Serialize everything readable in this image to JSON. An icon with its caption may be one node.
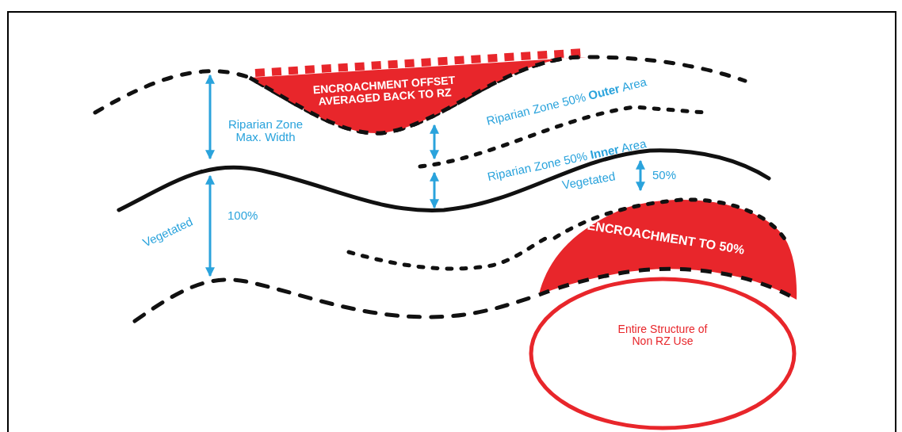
{
  "diagram": {
    "nodes": [
      {
        "text": [
          "ENCROACHMENT OFFSET AVERAGED BACK TO RZ"
        ]
      },
      {
        "text": [
          "ENCROACHMENT TO 50%"
        ]
      },
      {
        "text": [
          "Entire Structure of Non RZ Use"
        ]
      }
    ],
    "labels": [
      "Riparian Zone 50% **Outer** Area",
      "Riparian Zone Max. Width",
      "Riparian Zone 50% **Inner** Area",
      "Vegetated",
      "50%",
      "100%",
      "Vegetated"
    ]
  }
}
